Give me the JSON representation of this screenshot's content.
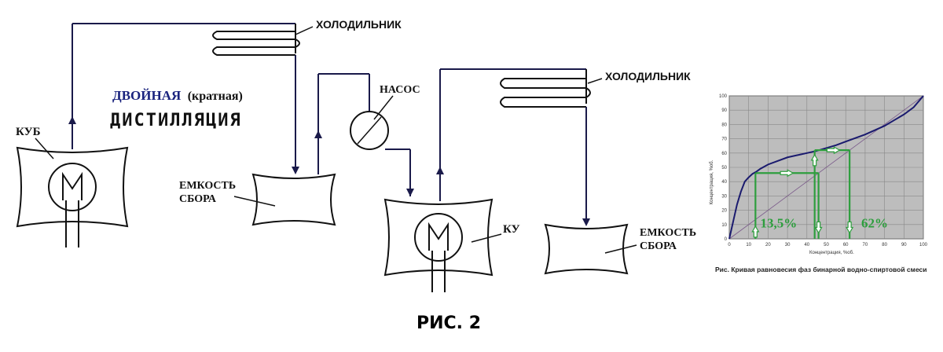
{
  "labels": {
    "cooler1": "ХОЛОДИЛЬНИК",
    "cooler2": "ХОЛОДИЛЬНИК",
    "pump": "НАСОС",
    "kub1": "КУБ",
    "kub2": "КУ",
    "tank1_line1": "ЕМКОСТЬ",
    "tank1_line2": "СБОРА",
    "tank2_line1": "ЕМКОСТЬ",
    "tank2_line2": "СБОРА",
    "title_line1": "ДВОЙНАЯ",
    "title_line1b": "(кратная)",
    "title_line2": "ДИСТИЛЛЯЦИЯ",
    "figure": "РИС. 2"
  },
  "colors": {
    "line": "#1a1a4a",
    "curve": "#1a1a6e",
    "green": "#2e9e3e",
    "grid_bg": "#bdbdbd"
  },
  "chart_data": {
    "type": "line",
    "title": "",
    "caption": "Рис. Кривая равновесия фаз бинарной водно-спиртовой смеси",
    "xlabel": "Концентрация, %об.",
    "ylabel": "Концентрация, %об.",
    "xlim": [
      0,
      100
    ],
    "ylim": [
      0,
      100
    ],
    "xticks": [
      "0",
      "10",
      "20",
      "30",
      "40",
      "50",
      "60",
      "70",
      "80",
      "90",
      "100"
    ],
    "yticks": [
      "0",
      "10",
      "20",
      "30",
      "40",
      "50",
      "60",
      "70",
      "80",
      "90",
      "100"
    ],
    "grid": true,
    "series": [
      {
        "x": [
          0,
          2,
          4,
          6,
          8,
          10,
          12,
          14,
          16,
          18,
          20,
          25,
          30,
          35,
          40,
          45,
          50,
          55,
          60,
          65,
          70,
          75,
          80,
          85,
          90,
          95,
          100
        ],
        "y": [
          0,
          12,
          24,
          33,
          40,
          43,
          45.5,
          47,
          49,
          50.5,
          52,
          54.5,
          57,
          58.5,
          60,
          61.5,
          63.5,
          65.5,
          68,
          70.5,
          73,
          76,
          79,
          83,
          87,
          92,
          100
        ]
      },
      {
        "x": [
          0,
          100
        ],
        "y": [
          0,
          100
        ]
      }
    ],
    "annotations": [
      {
        "text": "13,5%",
        "x": 13.5
      },
      {
        "text": "62%",
        "x": 62
      }
    ]
  }
}
